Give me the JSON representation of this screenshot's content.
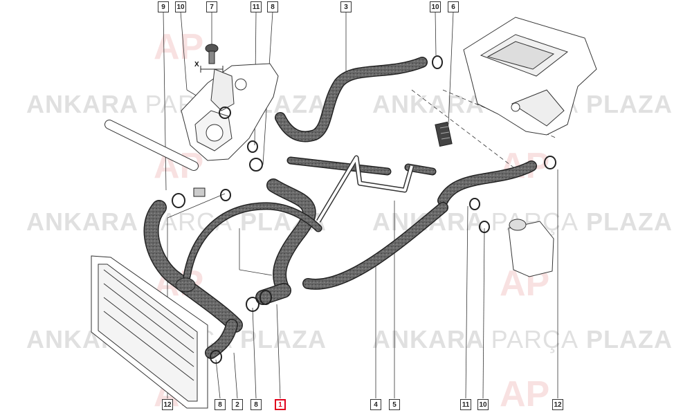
{
  "watermark": {
    "brand_a": "ANKARA",
    "brand_b": "PARÇA",
    "brand_c": "PLAZA",
    "logo_letters": "AP"
  },
  "dimension_label": "X",
  "callouts": [
    {
      "id": "c1",
      "label": "9",
      "highlight": false
    },
    {
      "id": "c2",
      "label": "10",
      "highlight": false
    },
    {
      "id": "c3",
      "label": "7",
      "highlight": false
    },
    {
      "id": "c4",
      "label": "11",
      "highlight": false
    },
    {
      "id": "c5",
      "label": "8",
      "highlight": false
    },
    {
      "id": "c6",
      "label": "3",
      "highlight": false
    },
    {
      "id": "c7",
      "label": "10",
      "highlight": false
    },
    {
      "id": "c8",
      "label": "6",
      "highlight": false
    },
    {
      "id": "c9",
      "label": "12",
      "highlight": false
    },
    {
      "id": "c10",
      "label": "8",
      "highlight": false
    },
    {
      "id": "c11",
      "label": "2",
      "highlight": false
    },
    {
      "id": "c12",
      "label": "8",
      "highlight": false
    },
    {
      "id": "c13",
      "label": "1",
      "highlight": true
    },
    {
      "id": "c14",
      "label": "4",
      "highlight": false
    },
    {
      "id": "c15",
      "label": "5",
      "highlight": false
    },
    {
      "id": "c16",
      "label": "11",
      "highlight": false
    },
    {
      "id": "c17",
      "label": "10",
      "highlight": false
    },
    {
      "id": "c18",
      "label": "12",
      "highlight": false
    }
  ]
}
